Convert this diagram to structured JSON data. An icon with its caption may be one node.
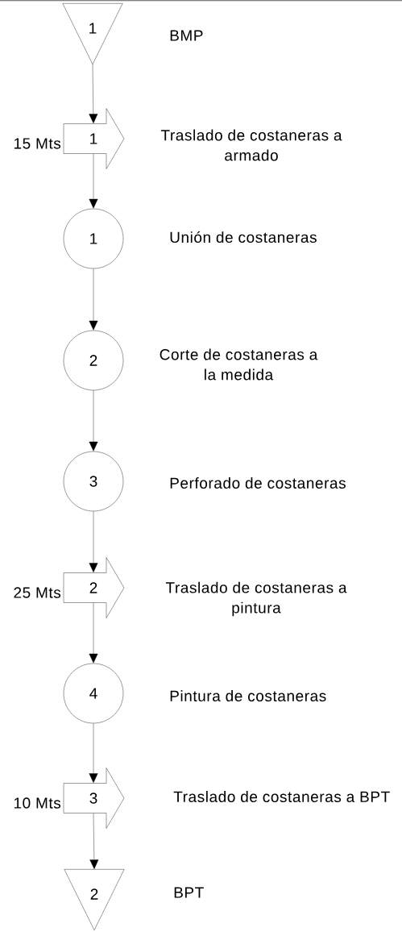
{
  "diagram": {
    "nodes": [
      {
        "text": [
          "1"
        ],
        "beside": [
          "BMP"
        ]
      },
      {
        "text": [
          "1"
        ],
        "beside": [
          "Traslado de costaneras a armado",
          "15 Mts"
        ]
      },
      {
        "text": [
          "1"
        ],
        "beside": [
          "Unión de costaneras"
        ]
      },
      {
        "text": [
          "2"
        ],
        "beside": [
          "Corte de costaneras a la medida"
        ]
      },
      {
        "text": [
          "3"
        ],
        "beside": [
          "Perforado de costaneras"
        ]
      },
      {
        "text": [
          "2"
        ],
        "beside": [
          "Traslado de costaneras a pintura",
          "25 Mts"
        ]
      },
      {
        "text": [
          "4"
        ],
        "beside": [
          "Pintura de costaneras"
        ]
      },
      {
        "text": [
          "3"
        ],
        "beside": [
          "Traslado de costaneras a BPT",
          "10 Mts"
        ]
      },
      {
        "text": [
          "2"
        ],
        "beside": [
          "BPT"
        ]
      }
    ],
    "edges": [
      {
        "from": 0,
        "to": 1,
        "arrow": "to"
      },
      {
        "from": 1,
        "to": 2,
        "arrow": "to"
      },
      {
        "from": 2,
        "to": 3,
        "arrow": "to"
      },
      {
        "from": 3,
        "to": 4,
        "arrow": "to"
      },
      {
        "from": 4,
        "to": 5,
        "arrow": "to"
      },
      {
        "from": 5,
        "to": 6,
        "arrow": "to"
      },
      {
        "from": 6,
        "to": 7,
        "arrow": "to"
      },
      {
        "from": 7,
        "to": 8,
        "arrow": "to"
      }
    ]
  }
}
